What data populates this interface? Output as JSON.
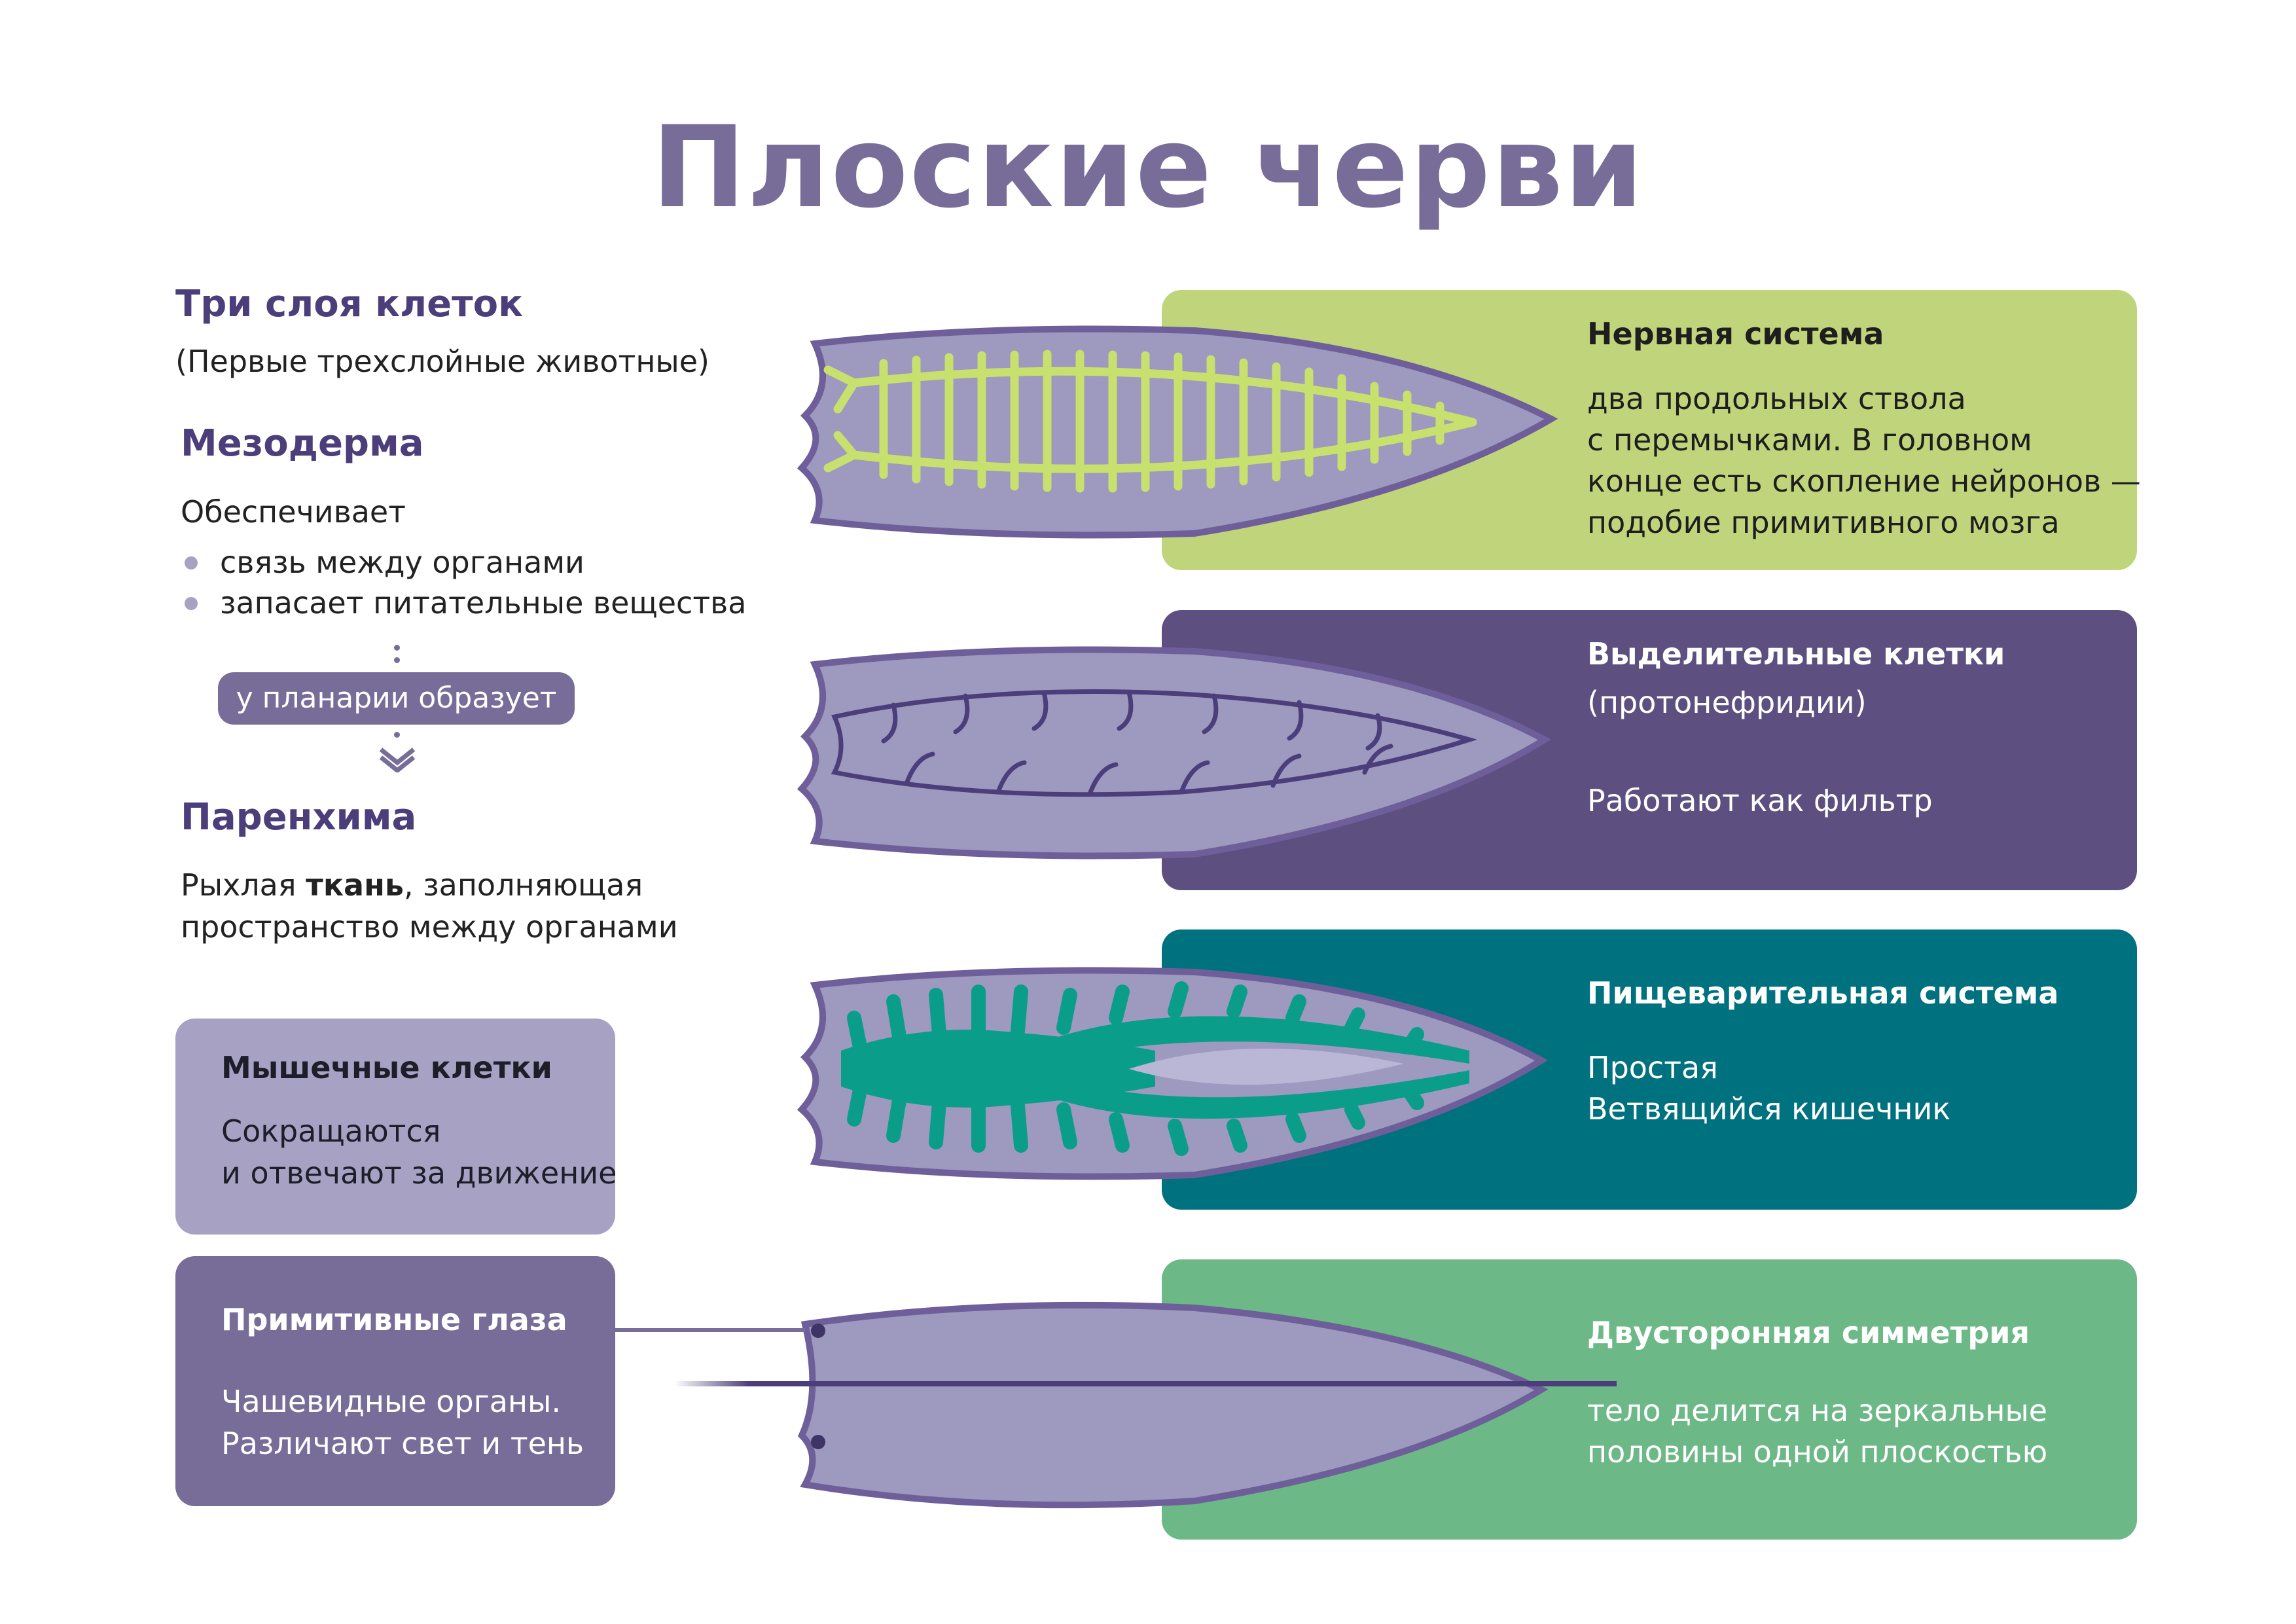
{
  "title": "Плоские черви",
  "left": {
    "layers_heading": "Три слоя клеток",
    "layers_note": "(Первые трехслойные животные)",
    "mesoderm_heading": "Мезодерма",
    "mesoderm_intro": "Обеспечивает",
    "mesoderm_bullets": [
      "связь между органами",
      "запасает питательные вещества"
    ],
    "planaria_pill": "у планарии образует",
    "parenchyma_heading": "Паренхима",
    "parenchyma_text_before": "Рыхлая ",
    "parenchyma_text_bold": "ткань",
    "parenchyma_text_after": ", заполняющая",
    "parenchyma_text_line2": "пространство между органами"
  },
  "muscle_box": {
    "heading": "Мышечные клетки",
    "line1": "Сокращаются",
    "line2": "и отвечают за движение"
  },
  "eyes_box": {
    "heading": "Примитивные глаза",
    "line1": "Чашевидные органы.",
    "line2": "Различают свет и тень"
  },
  "panels": [
    {
      "heading": "Нервная система",
      "lines": [
        "два продольных ствола",
        "с перемычками. В головном",
        "конце есть скопление нейронов —",
        "подобие примитивного мозга"
      ]
    },
    {
      "heading": "Выделительные клетки",
      "subheading": "(протонефридии)",
      "lines": [
        "Работают как фильтр"
      ]
    },
    {
      "heading": "Пищеварительная система",
      "lines": [
        "Простая",
        "Ветвящийся кишечник"
      ]
    },
    {
      "heading": "Двусторонняя симметрия",
      "lines": [
        "тело делится на зеркальные",
        "половины одной плоскостью"
      ]
    }
  ],
  "colors": {
    "title": "#786c99",
    "heading_purple": "#4b3e7a",
    "panel_nervous": "#c0d57b",
    "panel_excretory": "#5d4f80",
    "panel_digestive": "#00717f",
    "panel_symmetry": "#6db887",
    "muscle_box": "#a7a2c3",
    "eyes_box": "#786c99",
    "worm_body": "#9d99bf",
    "worm_edge": "#6e5f9a",
    "nerve": "#c8e06e",
    "gut": "#0a9e8a"
  }
}
